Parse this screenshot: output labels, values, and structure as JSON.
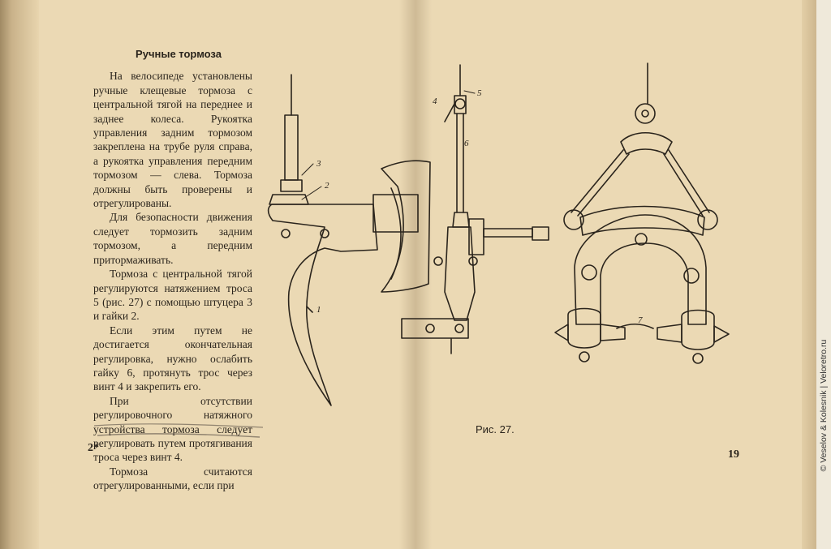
{
  "heading": "Ручные тормоза",
  "paragraphs": [
    "На велосипеде установлены ручные клещевые тормоза с центральной тягой на переднее и заднее колеса. Рукоятка управления задним тормозом закреплена на трубе руля справа, а рукоятка управления передним тормозом — слева. Тормоза должны быть проверены и отрегулированы.",
    "Для безопасности движения следует тормозить задним тормозом, а передним притормаживать.",
    "Тормоза с центральной тягой регулируются натяжением троса 5 (рис. 27) с помощью штуцера 3 и гайки 2.",
    "Если этим путем не достигается окончательная регулировка, нужно ослабить гайку 6, протянуть трос через винт 4 и закрепить его.",
    "При отсутствии регулировочного натяжного устройства тормоза следует регулировать путем протягивания троса через винт 4.",
    "Тормоза считаются отрегулированными, если при"
  ],
  "signature_mark": "2*",
  "page_number": "19",
  "figure_caption": "Рис. 27.",
  "figure_labels": [
    "1",
    "2",
    "3",
    "4",
    "5",
    "6",
    "7"
  ],
  "watermark": "© Veselov & Kolesnik | Veloretro.ru",
  "colors": {
    "paper": "#ebd9b4",
    "ink": "#2a241c"
  }
}
